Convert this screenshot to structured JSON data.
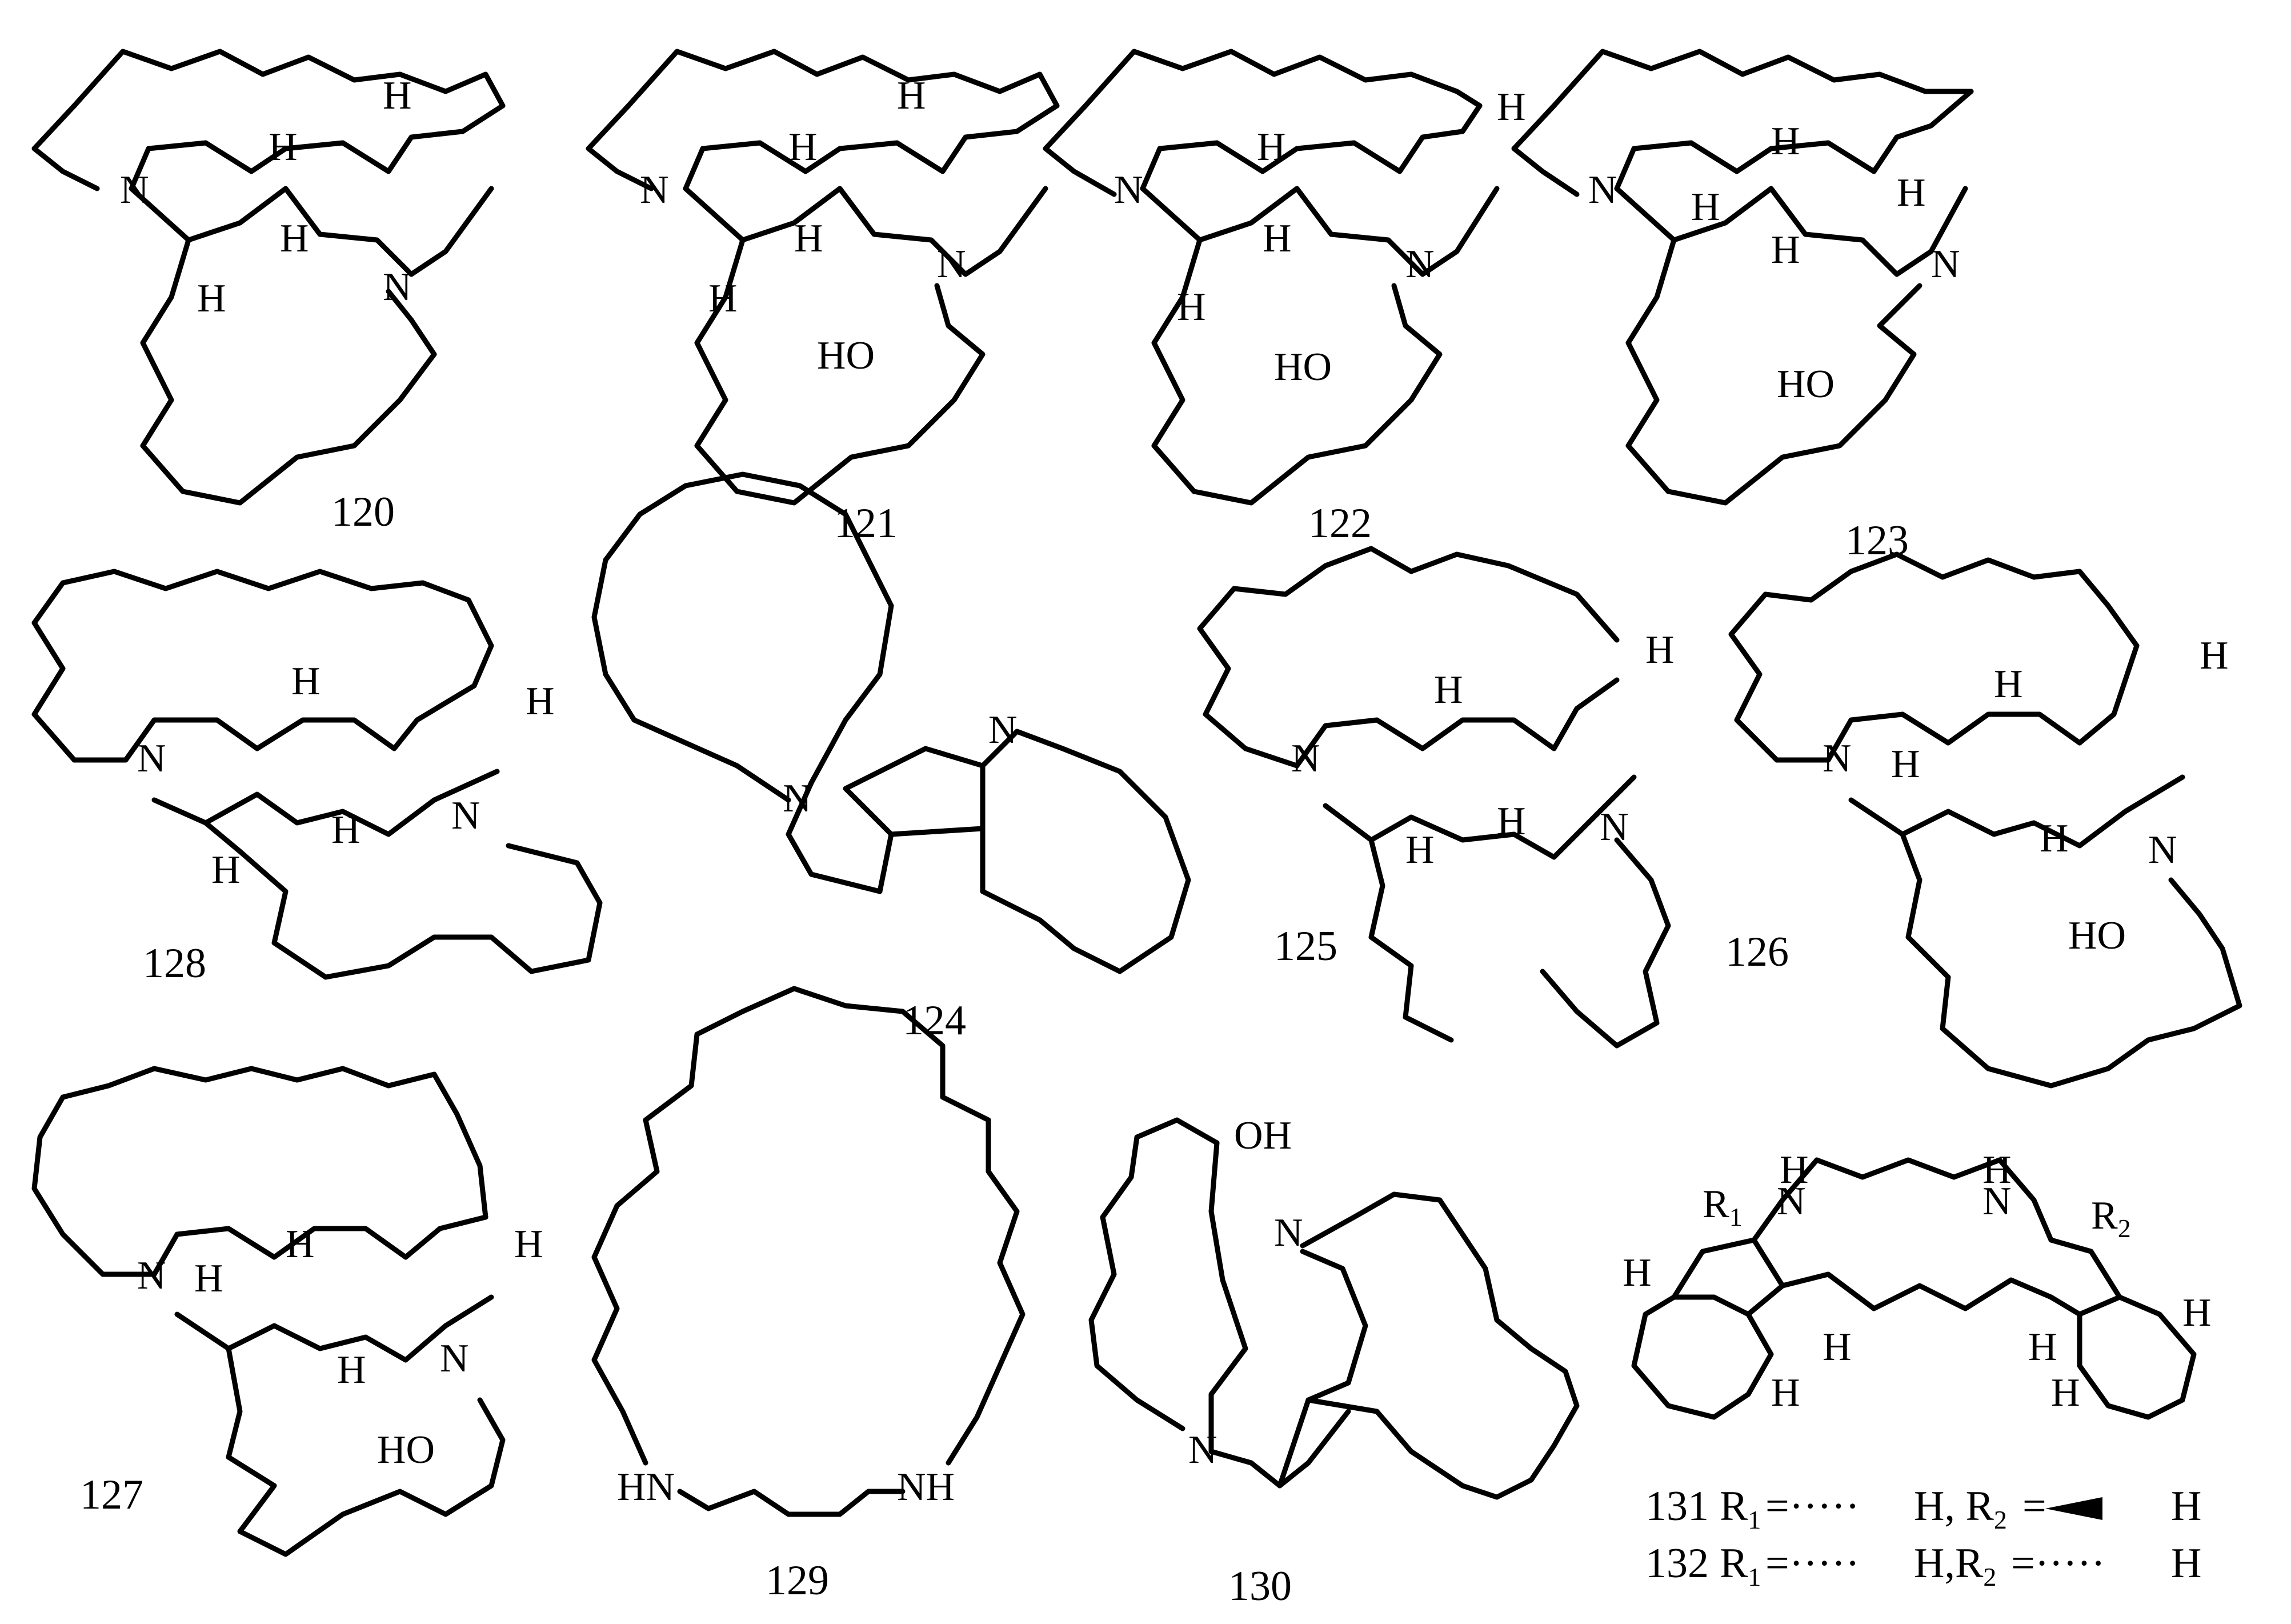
{
  "compounds": [
    {
      "label": "120"
    },
    {
      "label": "121"
    },
    {
      "label": "122"
    },
    {
      "label": "123"
    },
    {
      "label": "128"
    },
    {
      "label": "124"
    },
    {
      "label": "125"
    },
    {
      "label": "126"
    },
    {
      "label": "127"
    },
    {
      "label": "129"
    },
    {
      "label": "130"
    }
  ],
  "atoms": {
    "N": "N",
    "H": "H",
    "HO": "HO",
    "OH": "OH",
    "HN": "HN",
    "NH": "NH",
    "R": "R",
    "sub1": "1",
    "sub2": "2"
  },
  "legend": {
    "line1_num": "131",
    "line1_r1": "R",
    "line1_sub1": "1",
    "line1_eq1": "=·····",
    "line1_mid": "H, R",
    "line1_sub2": "2",
    "line1_eq2": "=",
    "line1_end": "H",
    "line2_num": "132",
    "line2_r1": "R",
    "line2_sub1": "1",
    "line2_eq1": "=·····",
    "line2_mid": "H,R",
    "line2_sub2": "2",
    "line2_eq2": "=·····",
    "line2_end": "H"
  }
}
